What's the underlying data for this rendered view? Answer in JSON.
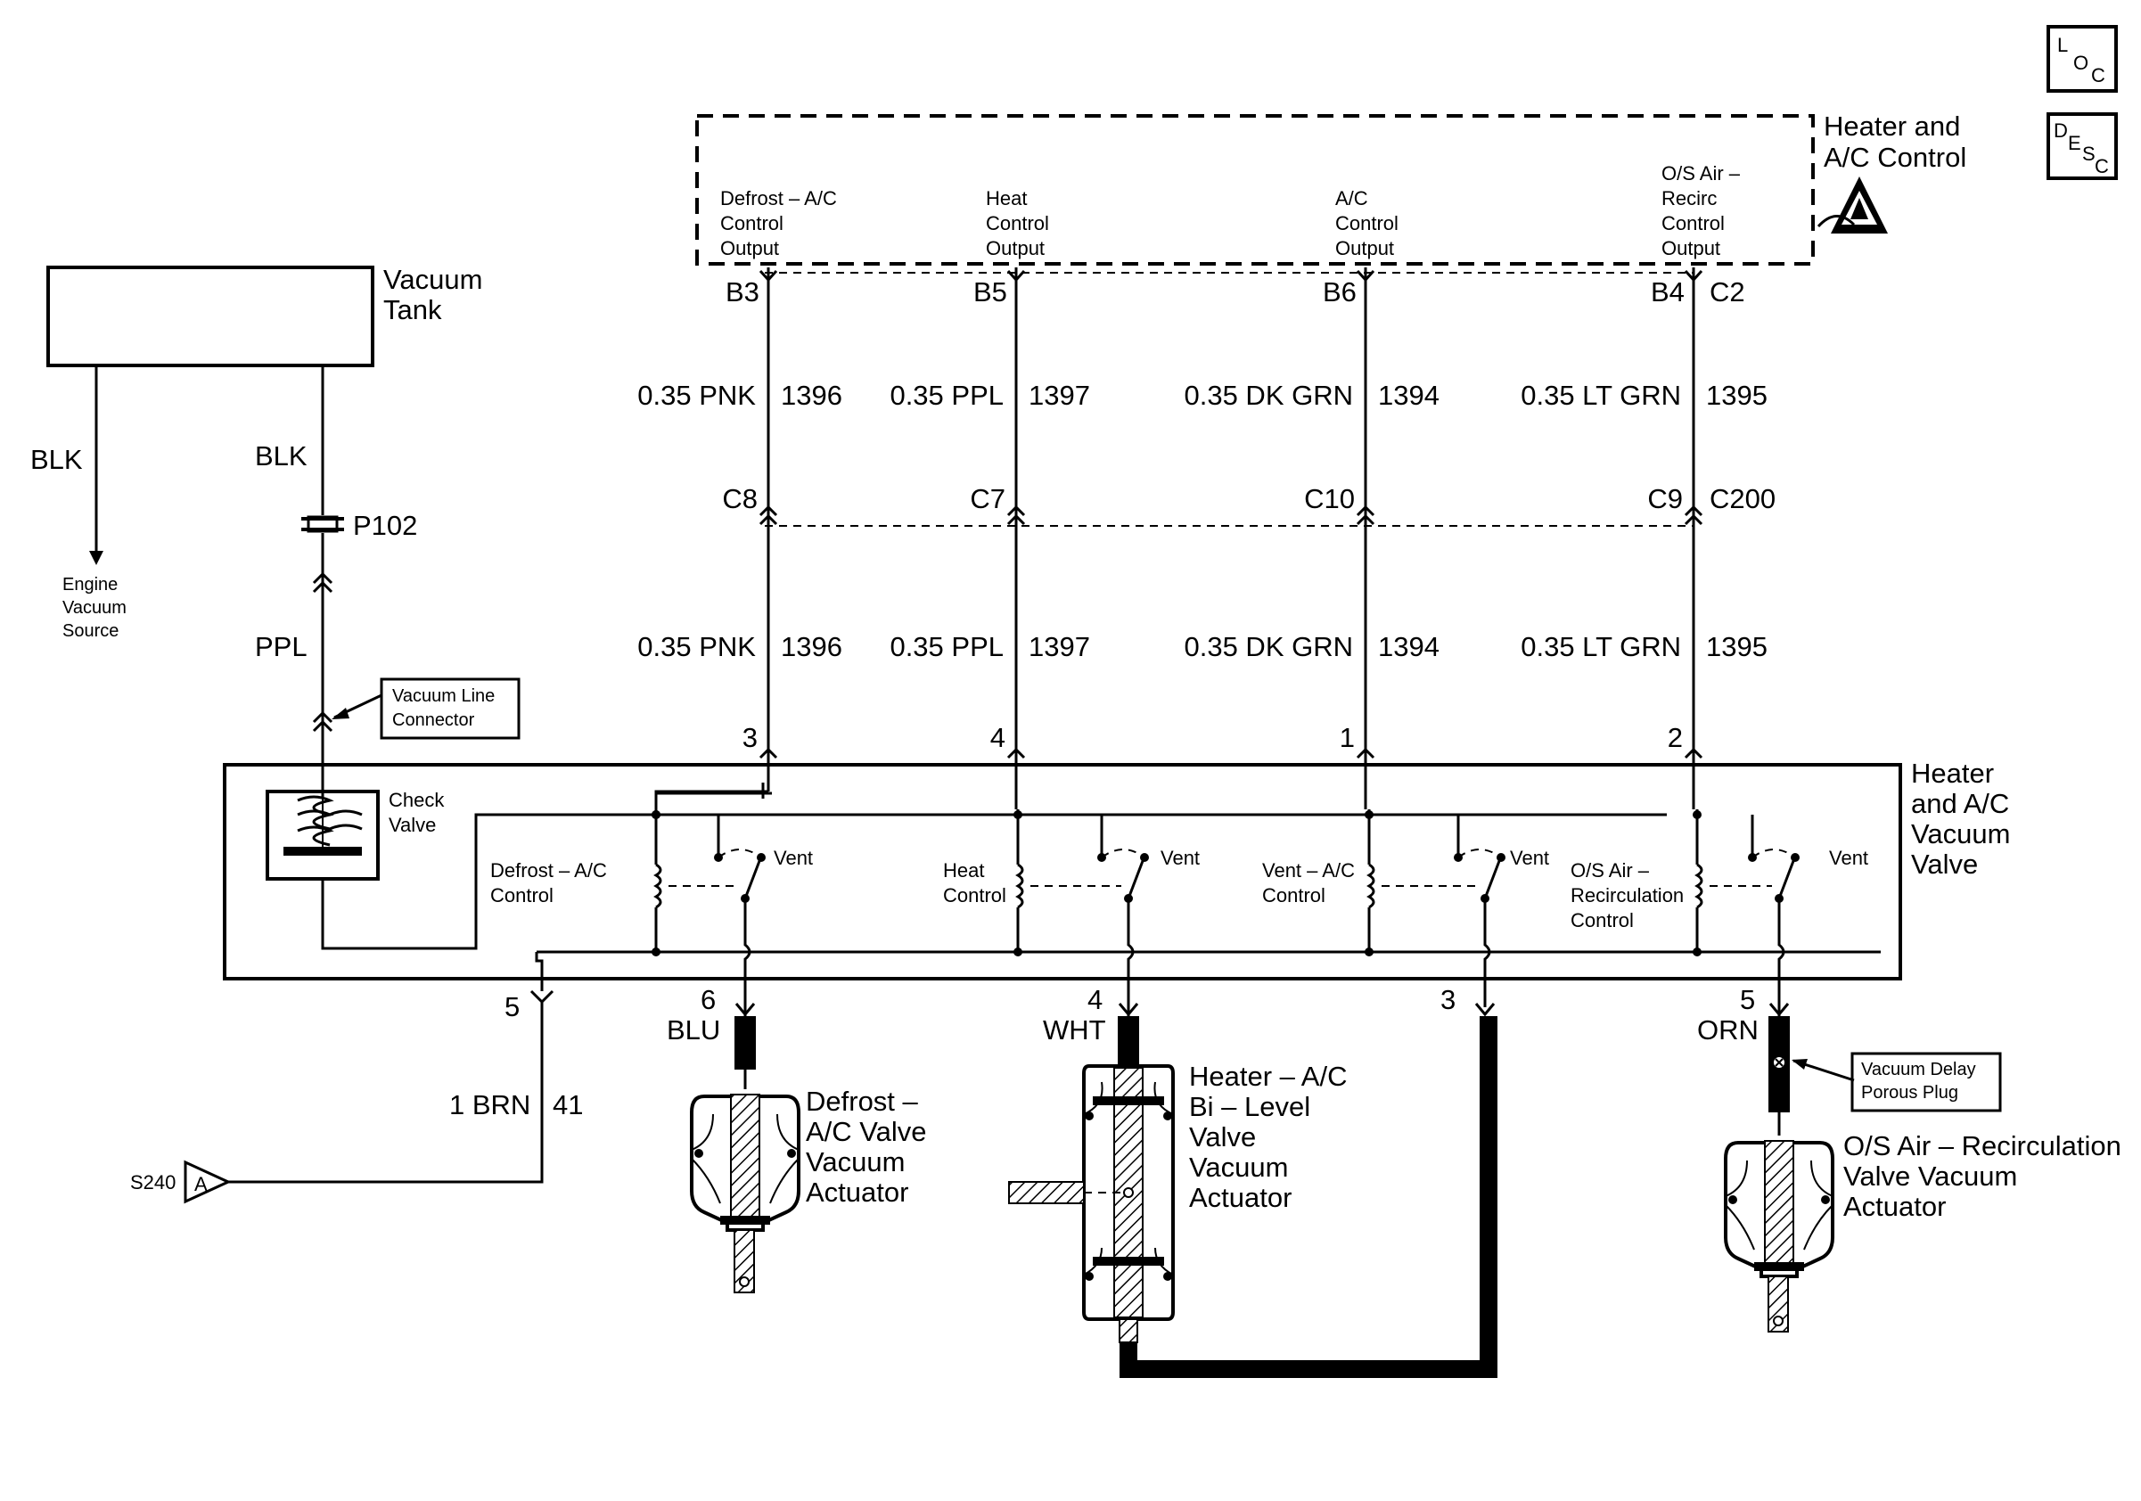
{
  "control_module": {
    "name_line1": "Heater and",
    "name_line2": "A/C Control",
    "outputs": [
      {
        "lines": [
          "Defrost – A/C",
          "Control",
          "Output"
        ]
      },
      {
        "lines": [
          "Heat",
          "Control",
          "Output"
        ]
      },
      {
        "lines": [
          "A/C",
          "Control",
          "Output"
        ]
      },
      {
        "lines": [
          "O/S Air –",
          "Recirc",
          "Control",
          "Output"
        ]
      }
    ],
    "connector_c2": "C2"
  },
  "icons": {
    "loc": {
      "l": "L",
      "o": "O",
      "c": "C"
    },
    "desc": {
      "d": "D",
      "e": "E",
      "s": "S",
      "c": "C"
    }
  },
  "vacuum_tank": {
    "line1": "Vacuum",
    "line2": "Tank"
  },
  "left_hoses": {
    "blk_engine": "BLK",
    "engine_source": [
      "Engine",
      "Vacuum",
      "Source"
    ],
    "blk_tank": "BLK",
    "p102": "P102",
    "ppl": "PPL",
    "vacuum_line_connector": [
      "Vacuum Line",
      "Connector"
    ],
    "check_valve": [
      "Check",
      "Valve"
    ]
  },
  "circuits": [
    {
      "pin_top": "B3",
      "wire": "0.35 PNK",
      "circuit": "1396",
      "inline": "C8",
      "pin_bottom": "3"
    },
    {
      "pin_top": "B5",
      "wire": "0.35 PPL",
      "circuit": "1397",
      "inline": "C7",
      "pin_bottom": "4"
    },
    {
      "pin_top": "B6",
      "wire": "0.35 DK GRN",
      "circuit": "1394",
      "inline": "C10",
      "pin_bottom": "1"
    },
    {
      "pin_top": "B4",
      "wire": "0.35 LT GRN",
      "circuit": "1395",
      "inline": "C9",
      "pin_bottom": "2"
    }
  ],
  "inline_connector": "C200",
  "vacuum_valve": {
    "name": [
      "Heater",
      "and A/C",
      "Vacuum",
      "Valve"
    ],
    "solenoids": [
      {
        "lines": [
          "Defrost – A/C",
          "Control"
        ],
        "vent": "Vent"
      },
      {
        "lines": [
          "Heat",
          "Control"
        ],
        "vent": "Vent"
      },
      {
        "lines": [
          "Vent – A/C",
          "Control"
        ],
        "vent": "Vent"
      },
      {
        "lines": [
          "O/S Air –",
          "Recirculation",
          "Control"
        ],
        "vent": "Vent"
      }
    ],
    "ports": [
      {
        "num": "5",
        "color": ""
      },
      {
        "num": "6",
        "color": "BLU"
      },
      {
        "num": "4",
        "color": "WHT"
      },
      {
        "num": "3",
        "color": ""
      },
      {
        "num": "5",
        "color": "ORN"
      }
    ]
  },
  "ground": {
    "wire": "1 BRN",
    "circuit": "41",
    "splice": "S240",
    "ref": "A"
  },
  "actuators": {
    "defrost": [
      "Defrost –",
      "A/C Valve",
      "Vacuum",
      "Actuator"
    ],
    "bilevel": [
      "Heater – A/C",
      "Bi – Level",
      "Valve",
      "Vacuum",
      "Actuator"
    ],
    "recirc": [
      "O/S Air – Recirculation",
      "Valve Vacuum",
      "Actuator"
    ],
    "delay_plug": [
      "Vacuum Delay",
      "Porous Plug"
    ]
  }
}
